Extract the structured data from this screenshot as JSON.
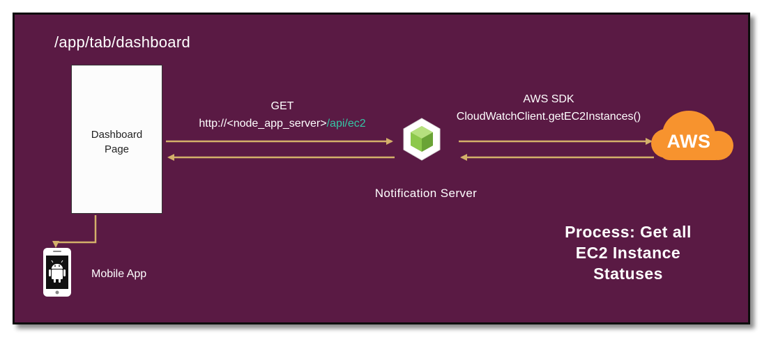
{
  "route": "/app/tab/dashboard",
  "dashboard_page": {
    "line1": "Dashboard",
    "line2": "Page"
  },
  "request": {
    "method": "GET",
    "url_prefix": "http://<node_app_server>",
    "url_path": "/api/ec2"
  },
  "sdk": {
    "line1": "AWS SDK",
    "line2": "CloudWatchClient.getEC2Instances()"
  },
  "notification_server": "Notification Server",
  "mobile_app": "Mobile App",
  "aws_logo_text": "AWS",
  "process": {
    "line1": "Process: Get all",
    "line2": "EC2 Instance",
    "line3": "Statuses"
  },
  "colors": {
    "background": "#5a1a44",
    "arrow": "#d4b06a",
    "url_path": "#35c6a5",
    "aws_orange": "#f7932e",
    "node_green": "#8cc84b"
  },
  "icons": [
    "nodejs-hexagon-icon",
    "aws-cloud-icon",
    "android-phone-icon"
  ]
}
